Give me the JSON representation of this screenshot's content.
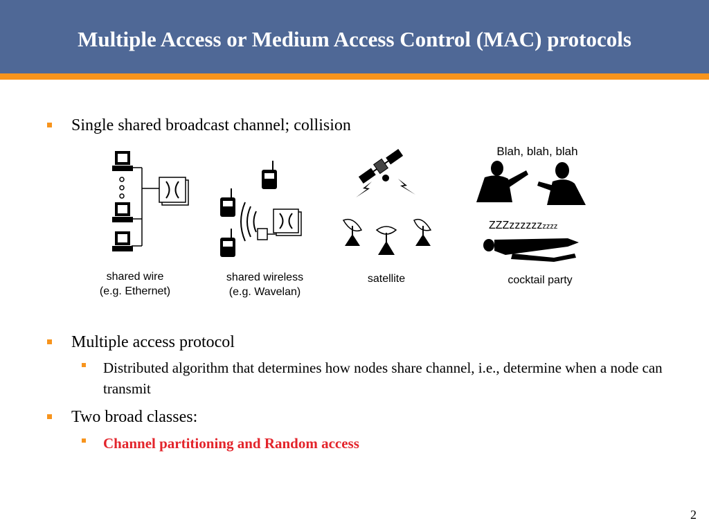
{
  "slide": {
    "title": "Multiple Access or Medium Access Control (MAC) protocols",
    "page_number": "2"
  },
  "bullets": {
    "b1": "Single shared broadcast channel; collision",
    "b2": "Multiple access protocol",
    "b2_sub": "Distributed algorithm that determines how nodes share channel, i.e., determine when a node can transmit",
    "b3": "Two broad classes:",
    "b3_sub": "Channel partitioning and Random access"
  },
  "figure": {
    "shared_wire_caption_1": "shared wire",
    "shared_wire_caption_2": "(e.g. Ethernet)",
    "shared_wireless_caption_1": "shared wireless",
    "shared_wireless_caption_2": "(e.g. Wavelan)",
    "satellite_caption": "satellite",
    "cocktail_caption": "cocktail party",
    "blah_text": "Blah, blah, blah",
    "zzz_big": "ZZZzzzzzz",
    "zzz_small": "zzzz"
  },
  "colors": {
    "header_bg": "#4f6896",
    "accent_orange": "#f7941d",
    "highlight_red": "#e3242b"
  }
}
